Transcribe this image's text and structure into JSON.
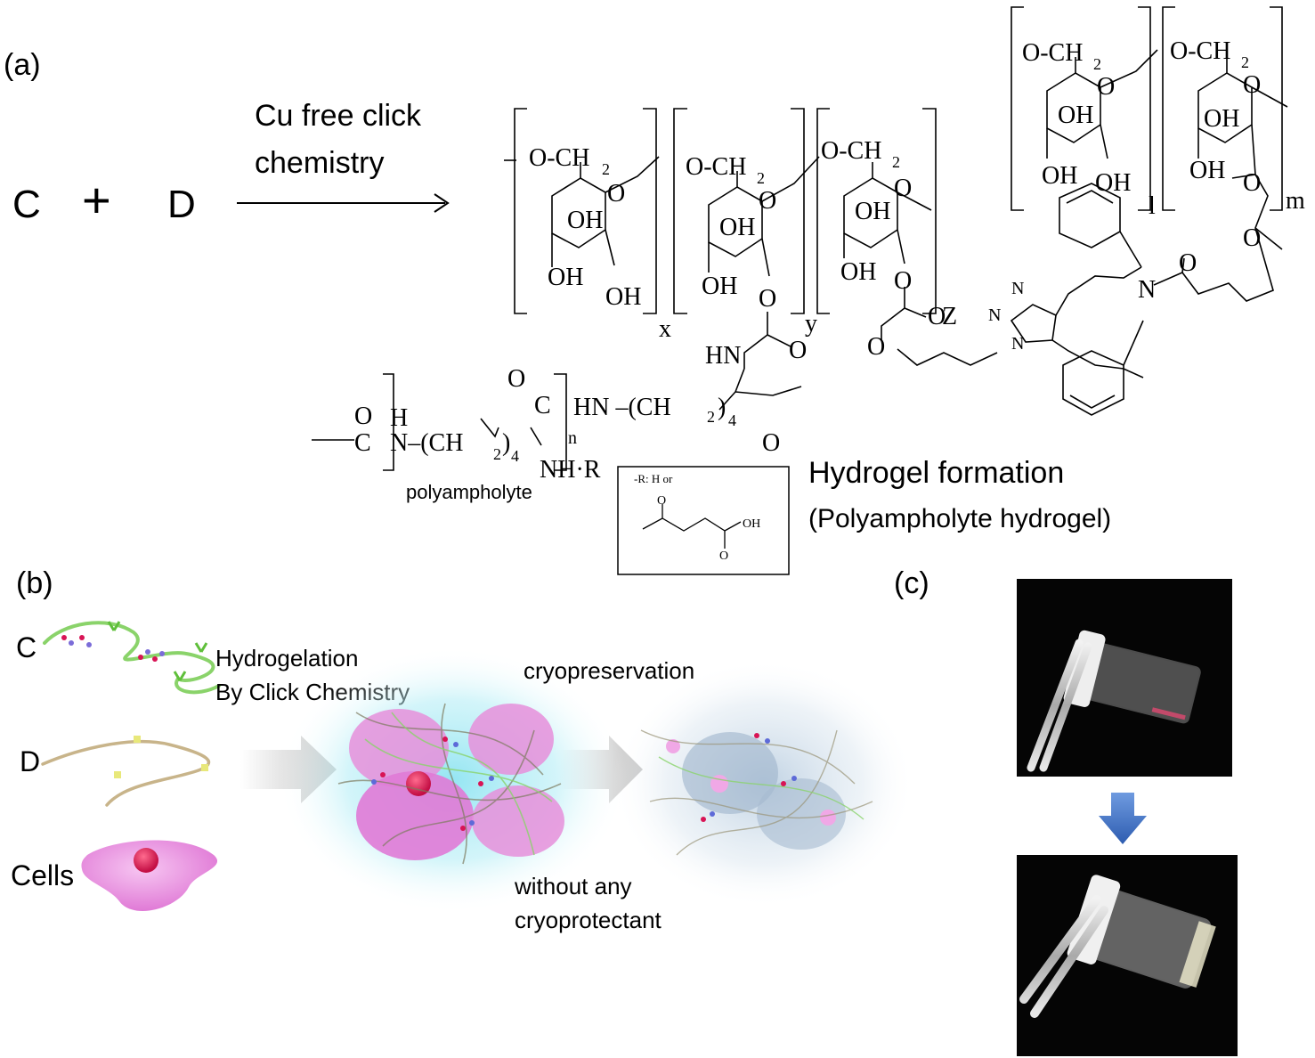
{
  "panels": {
    "a": {
      "label": "(a)",
      "reactant_c": "C",
      "plus": "+",
      "reactant_d": "D",
      "arrow_label_line1": "Cu free click",
      "arrow_label_line2": "chemistry",
      "dextran": {
        "unit_ring_label": "O",
        "och2": "O-CH",
        "sub2": "2",
        "oh": "OH",
        "o": "O",
        "sub_x": "x",
        "sub_y": "y",
        "sub_z": "Z",
        "sub_l": "l",
        "sub_m": "m",
        "hn": "HN",
        "n": "N",
        "triazole_n": "N"
      },
      "polyampholyte": {
        "c_o": "O",
        "c": "C",
        "h": "H",
        "n_ch2": "N–(CH",
        "sub4": "4",
        "close_paren": ")",
        "c_eq_o": "C",
        "hn_ch2": "HN –(CH",
        "sub_n": "n",
        "nh_r": "NH·R",
        "label": "polyampholyte",
        "r_box_title": "-R: H or",
        "oh": "OH"
      },
      "hydrogel_title": "Hydrogel formation",
      "hydrogel_subtitle": "(Polyampholyte hydrogel)"
    },
    "b": {
      "label": "(b)",
      "c_label": "C",
      "d_label": "D",
      "cells_label": "Cells",
      "hydrogelation_line1": "Hydrogelation",
      "hydrogelation_line2": "By Click Chemistry",
      "cryopreservation": "cryopreservation",
      "without_line1": "without any",
      "without_line2": "cryoprotectant"
    },
    "c": {
      "label": "(c)"
    }
  },
  "colors": {
    "text": "#000000",
    "strand_green": "#8ad36a",
    "strand_tan": "#c8b48a",
    "cell_pink": "#e98be0",
    "nucleus_red": "#d81455",
    "gel_cyan": "#8fe4f2",
    "arrow_grey": "#c8c8c8",
    "photo_bg": "#050505",
    "blue_arrow": "#3f73c4"
  }
}
